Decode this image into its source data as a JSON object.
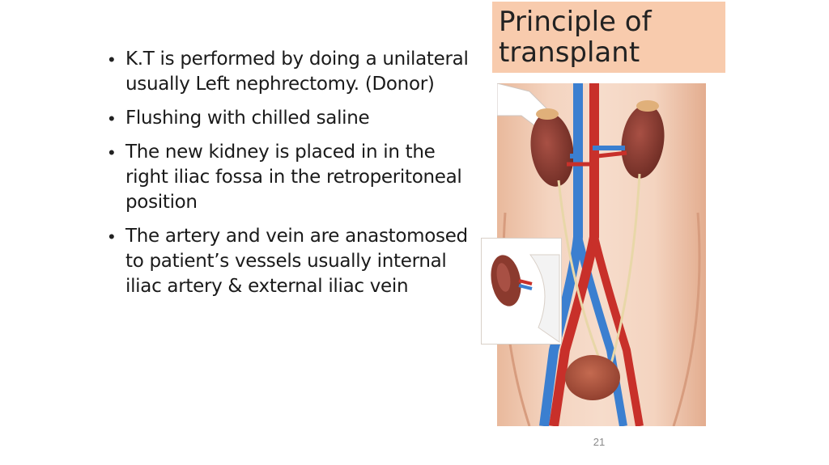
{
  "title": {
    "line1": "Principle of",
    "line2": "transplant"
  },
  "bullets": [
    {
      "lines": [
        "K.T is performed by doing a unilateral",
        "usually Left nephrectomy. (Donor)"
      ]
    },
    {
      "lines": [
        "Flushing with chilled saline"
      ]
    },
    {
      "lines": [
        "The new kidney is placed in in the",
        "right iliac fossa in the retroperitoneal",
        "position"
      ]
    },
    {
      "lines": [
        "The artery and vein are anastomosed",
        "to patient’s vessels usually internal",
        "iliac artery & external iliac vein"
      ]
    }
  ],
  "bullet_symbol": "•",
  "page_number": "21",
  "colors": {
    "title_background": "#f8cbad",
    "artery": "#c8302a",
    "vein": "#3b7fd0",
    "kidney": "#8b3a2e",
    "skin": "#f1cbb3"
  }
}
